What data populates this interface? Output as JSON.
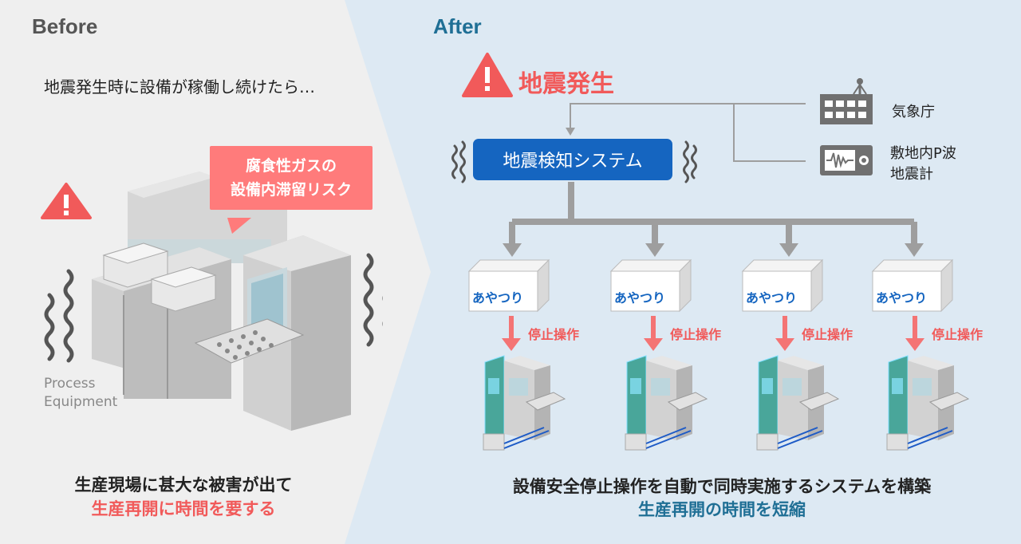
{
  "before": {
    "header": "Before",
    "intro": "地震発生時に設備が稼働し続けたら…",
    "callout_line1": "腐食性ガスの",
    "callout_line2": "設備内滞留リスク",
    "equipment_label_line1": "Process",
    "equipment_label_line2": "Equipment",
    "conclusion_line1": "生産現場に甚大な被害が出て",
    "conclusion_line2": "生産再開に時間を要する"
  },
  "after": {
    "header": "After",
    "quake_title": "地震発生",
    "detection_system": "地震検知システム",
    "sources": [
      {
        "icon": "weather-agency-building-icon",
        "label_line1": "気象庁",
        "label_line2": ""
      },
      {
        "icon": "seismometer-icon",
        "label_line1": "敷地内P波",
        "label_line2": "地震計"
      }
    ],
    "controllers": [
      {
        "label": "あやつり",
        "action": "停止操作"
      },
      {
        "label": "あやつり",
        "action": "停止操作"
      },
      {
        "label": "あやつり",
        "action": "停止操作"
      },
      {
        "label": "あやつり",
        "action": "停止操作"
      }
    ],
    "conclusion_line1": "設備安全停止操作を自動で同時実施するシステムを構築",
    "conclusion_line2": "生産再開の時間を短縮"
  },
  "colors": {
    "before_bg": "#efefef",
    "after_bg": "#dde9f3",
    "alert_red": "#f15a5a",
    "system_blue": "#1565c0",
    "after_header": "#1f6f95",
    "connector_gray": "#9e9e9e"
  }
}
